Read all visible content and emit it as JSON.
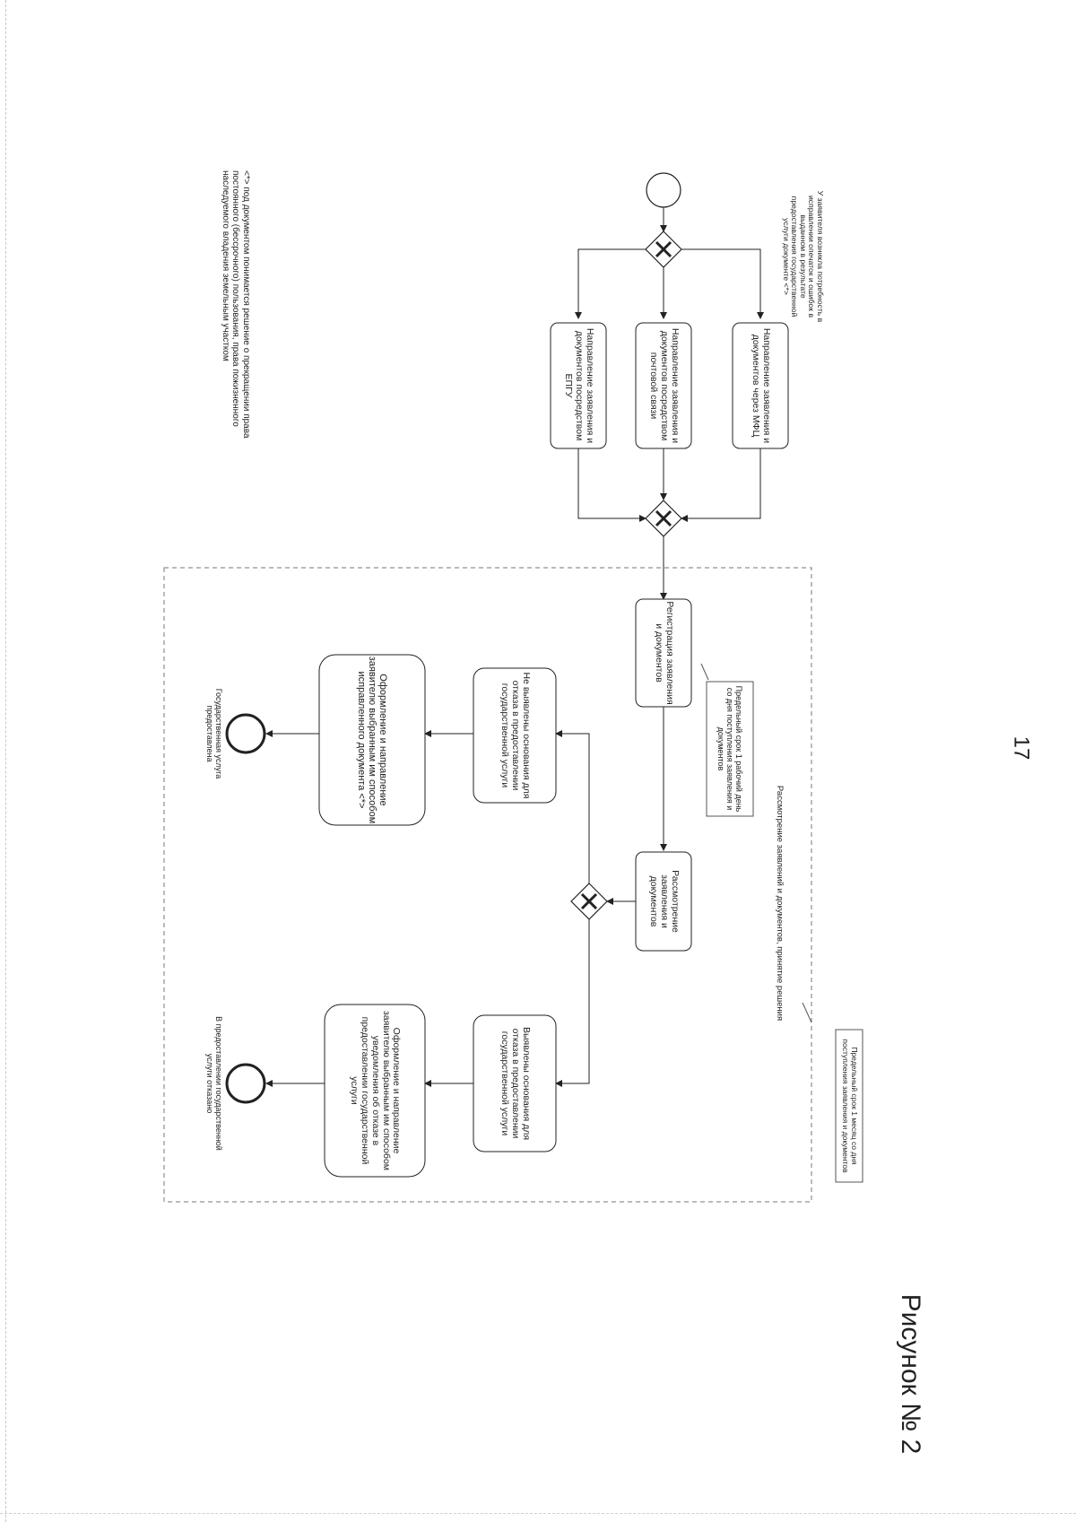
{
  "page_number": "17",
  "figure_caption": "Рисунок № 2",
  "start_event_label": "У заявителя возникла потребность в исправлении опечаток и ошибок в выданном в результате предоставления государственной услуги документе <*>",
  "tasks": {
    "mfc": "Направление заявления и документов через МФЦ",
    "post": "Направление заявления и документов посредством почтовой связи",
    "epgu": "Направление заявления и документов посредством ЕПГУ",
    "register": "Регистрация заявления и документов",
    "review": "Рассмотрение заявления и документов",
    "no_grounds": "Не выявлены основания для отказа в предоставлении государственной услуги",
    "grounds": "Выявлены основания для отказа в предоставлении государственной услуги",
    "issue_corrected": "Оформление и направление заявителю выбранным им способом исправленного документа <*>",
    "issue_refusal": "Оформление и направление заявителю выбранным им способом уведомления об отказе в предоставлении государственной услуги"
  },
  "annotations": {
    "register_term": "Предельный срок 1 рабочий день со дня поступления заявления и документов",
    "review_term": "Предельный срок 1 месяц со дня поступления заявления и документов"
  },
  "lane_label": "Рассмотрение заявлений и документов, принятие решения",
  "end_events": {
    "provided": "Государственная услуга предоставлена",
    "refused": "В предоставлении государственной услуги отказано"
  },
  "footnote": "<*> под документом понимается решение о прекращении права постоянного (бессрочного) пользования, права пожизненного наследуемого владения земельным участком"
}
